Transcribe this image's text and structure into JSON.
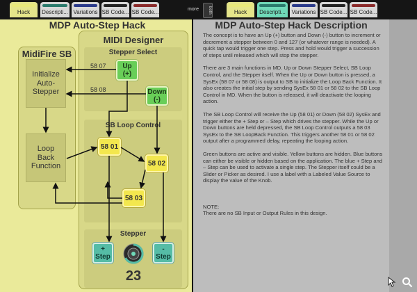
{
  "tabs": [
    {
      "label": "Hack",
      "stripe": "#e8e87a",
      "bg": "#e4e48a"
    },
    {
      "label": "Descripti...",
      "stripe": "#2a7a6c",
      "bg": "#d8d8d8"
    },
    {
      "label": "Variations",
      "stripe": "#2a3a8a",
      "bg": "#d8d8d8"
    },
    {
      "label": "SB Code...",
      "stripe": "#222222",
      "bg": "#d8d8d8"
    },
    {
      "label": "SB Code...",
      "stripe": "#8a2a2a",
      "bg": "#d8d8d8"
    }
  ],
  "tabs_right": [
    {
      "label": "Hack",
      "stripe": "#e8e87a",
      "bg": "#e4e48a"
    },
    {
      "label": "Descripti...",
      "stripe": "#2a7a6c",
      "bg": "#6fd9b8"
    },
    {
      "label": "Variations",
      "stripe": "#2a3a8a",
      "bg": "#d8d8d8"
    },
    {
      "label": "SB Code...",
      "stripe": "#222222",
      "bg": "#d8d8d8"
    },
    {
      "label": "SB Code...",
      "stripe": "#8a2a2a",
      "bg": "#d8d8d8"
    }
  ],
  "toolbar": {
    "more": "more",
    "both": "both"
  },
  "left": {
    "title": "MDP Auto-Step Hack",
    "midifire": {
      "title": "MidiFire SB",
      "init": "Initialize\nAuto-\nStepper",
      "loop": "Loop\nBack\nFunction"
    },
    "designer": {
      "title": "MIDI Designer",
      "stepper_select": "Stepper Select",
      "up": "Up\n(+)",
      "down": "Down\n(-)",
      "lbl_5807": "58 07",
      "lbl_5808": "58 08",
      "loop_control": "SB Loop Control",
      "b5801": "58 01",
      "b5802": "58 02",
      "b5803": "58 03",
      "stepper": "Stepper",
      "plus_step": "+\nStep",
      "minus_step": "-\nStep",
      "knob_value": "23"
    }
  },
  "right": {
    "title": "MDP Auto-Step Hack  Description",
    "p1": "The concept is to have an Up (+) button and Down (-) button to increment or decrement a stepper between 0 and 127 (or whatever range is needed). A quick tap would trigger one step. Press and hold would trigger a succession of steps until released which will stop the stepper.",
    "p2": "There are 3 main functions in MD. Up or Down Stepper Select, SB Loop Control, and the Stepper itself. When the Up or Down button is pressed, a SysEx (58 07 or 58 08) is output to SB to initialize the Loop Back Function. It also creates the initial step by sending SysEx 58 01 or 58 02 to the SB Loop Control in MD. When the button is released, it will deactivate the looping action.",
    "p3": "The SB Loop Control will receive the Up (58 01) or Down (58 02) SysEx and trigger either the + Step or – Step which drives the stepper. While the Up or Down buttons are held depressed, the SB Loop Control outputs a 58 03 SysEx to the SB LoopBack Function. This triggers another 58 01 or 58 02 output after a programmed delay, repeating the looping action.",
    "p4": "Green buttons are active and visible. Yellow buttons are hidden. Blue buttons can either be visible or hidden based on the application. The blue + Step and – Step can be used to activate a single step. The Stepper itself could be a Slider or Picker as desired. I use a label with a Labeled Value Source to display the value of the Knob.",
    "note_label": "NOTE:",
    "note": "There are no SB Input or Output Rules in this design."
  },
  "colors": {
    "left_bg": "#eaea9a",
    "right_bg": "#bdbdbd",
    "green": "#69ce58",
    "yellow": "#f3e74e",
    "teal": "#55bca6"
  }
}
